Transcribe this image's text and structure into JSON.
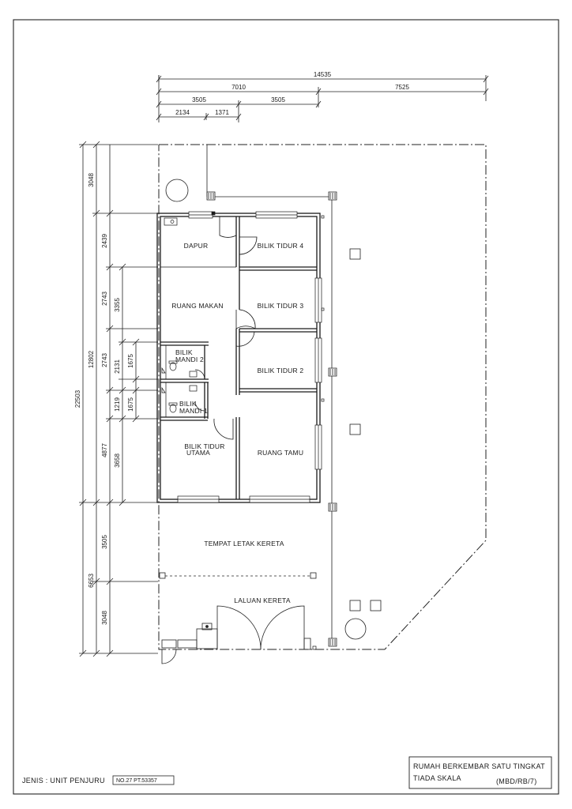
{
  "dims_top": {
    "total": "14535",
    "left_half": "7010",
    "right_half": "7525",
    "a": "3505",
    "b": "3505",
    "c": "2134",
    "d": "1371"
  },
  "dims_left": {
    "total": "22503",
    "building": "12802",
    "front": "6653",
    "back_yard": "3048",
    "r1": "2439",
    "r2": "2743",
    "r3": "2743",
    "r4": "4877",
    "r5": "3505",
    "r6": "3048",
    "s1": "3355",
    "s2": "2131",
    "s3": "1219",
    "s4": "3658",
    "t1": "1675",
    "t2": "1675"
  },
  "rooms": {
    "dapur": "DAPUR",
    "bilik_tidur_4": "BILIK TIDUR 4",
    "ruang_makan": "RUANG MAKAN",
    "bilik_tidur_3": "BILIK TIDUR 3",
    "bilik_mandi_2_a": "BILIK",
    "bilik_mandi_2_b": "MANDI 2",
    "bilik_tidur_2": "BILIK TIDUR 2",
    "bilik_mandi_1_a": "BILIK",
    "bilik_mandi_1_b": "MANDI 1",
    "bilik_tidur_utama_a": "BILIK TIDUR",
    "bilik_tidur_utama_b": "UTAMA",
    "ruang_tamu": "RUANG TAMU",
    "tempat_letak_kereta": "TEMPAT LETAK KERETA",
    "laluan_kereta": "LALUAN KERETA"
  },
  "footer": {
    "type_label": "JENIS : UNIT PENJURU",
    "lot_number": "NO.27 PT.53357"
  },
  "title_block": {
    "line1": "RUMAH BERKEMBAR SATU TINGKAT",
    "line2": "TIADA SKALA",
    "ref": "(MBD/RB/7)"
  }
}
